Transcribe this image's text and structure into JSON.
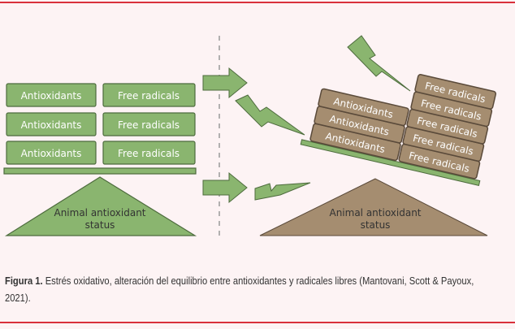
{
  "diagram": {
    "left": {
      "rows": [
        {
          "antioxidant": "Antioxidants",
          "radical": "Free radicals"
        },
        {
          "antioxidant": "Antioxidants",
          "radical": "Free radicals"
        },
        {
          "antioxidant": "Antioxidants",
          "radical": "Free radicals"
        }
      ],
      "status_line1": "Animal antioxidant",
      "status_line2": "status"
    },
    "right": {
      "antioxidants": [
        "Antioxidants",
        "Antioxidants",
        "Antioxidants"
      ],
      "radicals": [
        "Free radicals",
        "Free radicals",
        "Free radicals",
        "Free radicals",
        "Free radicals"
      ],
      "status_line1": "Animal antioxidant",
      "status_line2": "status"
    },
    "colors": {
      "balanced": "#8ab56f",
      "imbalanced": "#a58d70",
      "accent": "#d9303b"
    }
  },
  "caption": {
    "label": "Figura 1.",
    "text": " Estrés oxidativo, alteración del equilibrio entre antioxidantes y radicales libres (Mantovani, Scott & Payoux, 2021)."
  }
}
